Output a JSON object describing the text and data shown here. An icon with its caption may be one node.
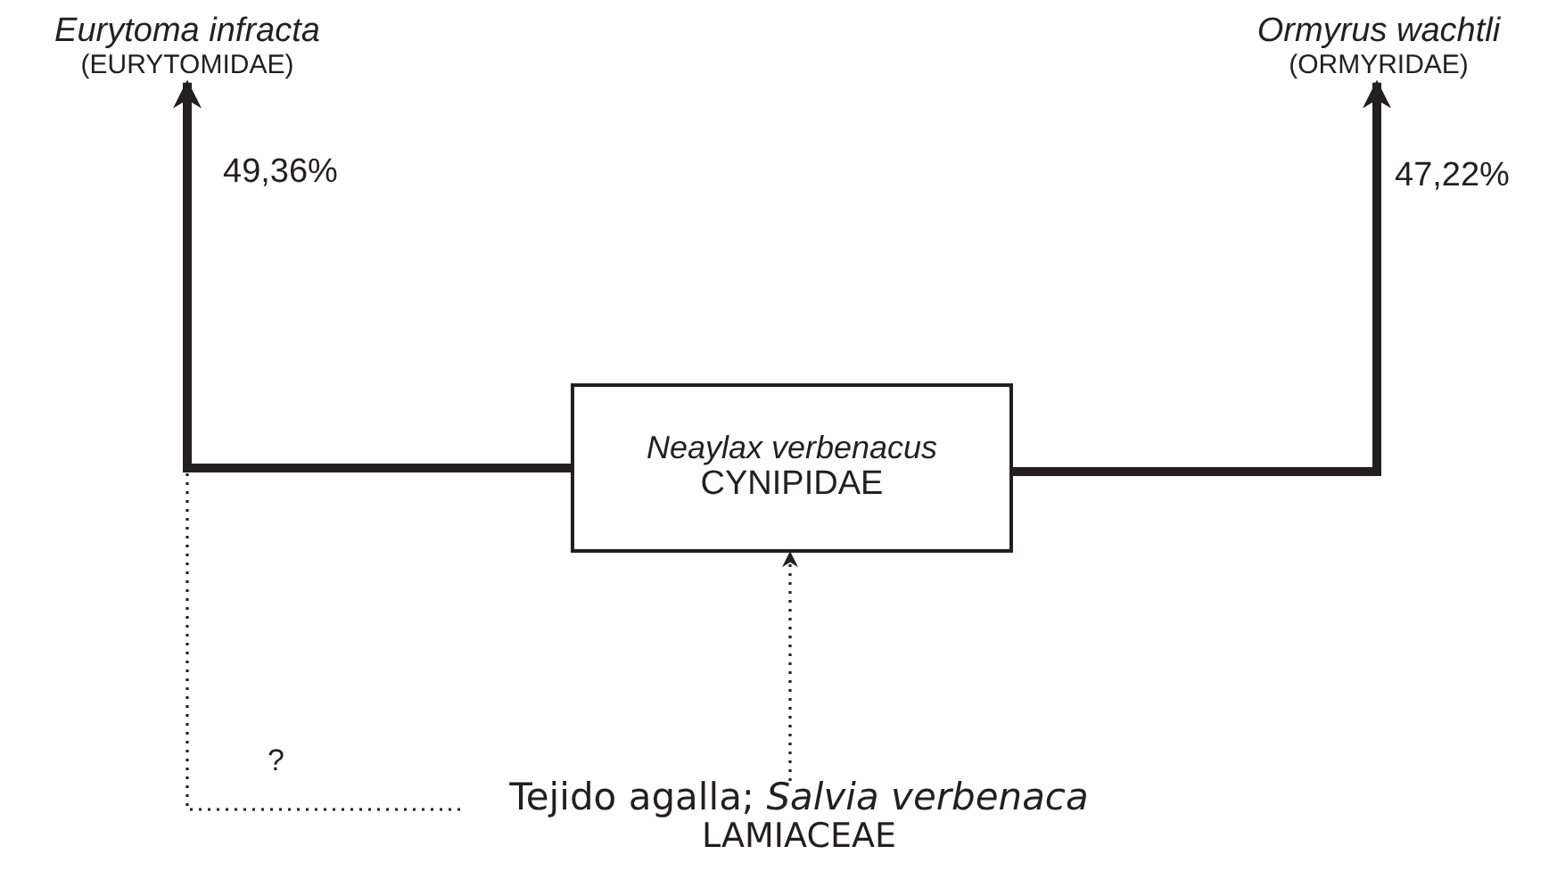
{
  "diagram": {
    "nodes": [
      {
        "text": [
          "Eurytoma infracta",
          "(EURYTOMIDAE)"
        ]
      },
      {
        "text": [
          "Ormyrus wachtli",
          "(ORMYRIDAE)"
        ]
      },
      {
        "text": [
          "Neaylax verbenacus",
          "CYNIPIDAE"
        ]
      },
      {
        "text": [
          "Tejido agalla; *Salvia verbenaca*",
          "LAMIACEAE"
        ]
      }
    ],
    "edges": [
      {
        "from": 2,
        "to": 0,
        "arrow": "to",
        "style": "thick",
        "label": "49,36%"
      },
      {
        "from": 2,
        "to": 1,
        "arrow": "to",
        "style": "thick",
        "label": "47,22%"
      },
      {
        "from": 3,
        "to": 2,
        "arrow": "to",
        "style": "dashed"
      },
      {
        "from": 3,
        "to": null,
        "arrow": "none",
        "style": "dashed",
        "label": "?"
      }
    ]
  }
}
